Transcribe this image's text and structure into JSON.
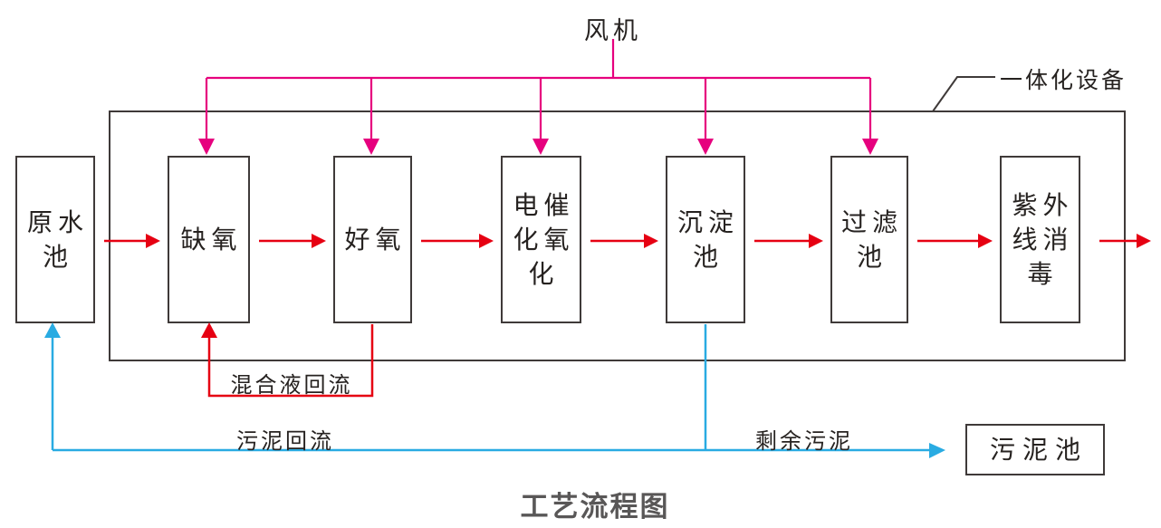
{
  "diagram": {
    "title": "工艺流程图",
    "fan_label": "风机",
    "integrated_equipment_label": "一体化设备",
    "boxes": [
      {
        "name": "raw-water-tank",
        "label": "原水池",
        "display": "原水\n池"
      },
      {
        "name": "anoxic-tank",
        "label": "缺氧",
        "display": "缺氧"
      },
      {
        "name": "aerobic-tank",
        "label": "好氧",
        "display": "好氧"
      },
      {
        "name": "electrocatalytic-oxidation",
        "label": "电催化氧化",
        "display": "电催\n化氧\n化"
      },
      {
        "name": "sedimentation-tank",
        "label": "沉淀池",
        "display": "沉淀\n池"
      },
      {
        "name": "filter-tank",
        "label": "过滤池",
        "display": "过滤\n池"
      },
      {
        "name": "uv-disinfection",
        "label": "紫外线消毒",
        "display": "紫外\n线消\n毒"
      },
      {
        "name": "sludge-tank",
        "label": "污泥池",
        "display": "污泥池"
      }
    ],
    "flow_labels": {
      "mixed_liquor_return": "混合液回流",
      "sludge_return": "污泥回流",
      "excess_sludge": "剩余污泥"
    },
    "flow_sequence": [
      "原水池",
      "缺氧",
      "好氧",
      "电催化氧化",
      "沉淀池",
      "过滤池",
      "紫外线消毒"
    ],
    "air_supply": {
      "source": "风机",
      "targets": [
        "缺氧",
        "好氧",
        "电催化氧化",
        "沉淀池",
        "过滤池"
      ]
    },
    "recycle_flows": [
      {
        "from": "好氧",
        "to": "缺氧",
        "label": "混合液回流"
      },
      {
        "from": "沉淀池",
        "to": "原水池",
        "label": "污泥回流"
      },
      {
        "from": "沉淀池",
        "to": "污泥池",
        "label": "剩余污泥"
      }
    ],
    "colors": {
      "air_line": "#e6007e",
      "flow_line": "#e60012",
      "sludge_line": "#29abe2",
      "box_border": "#3f3a39",
      "label_text": "#262220",
      "title_text": "#595757"
    }
  }
}
